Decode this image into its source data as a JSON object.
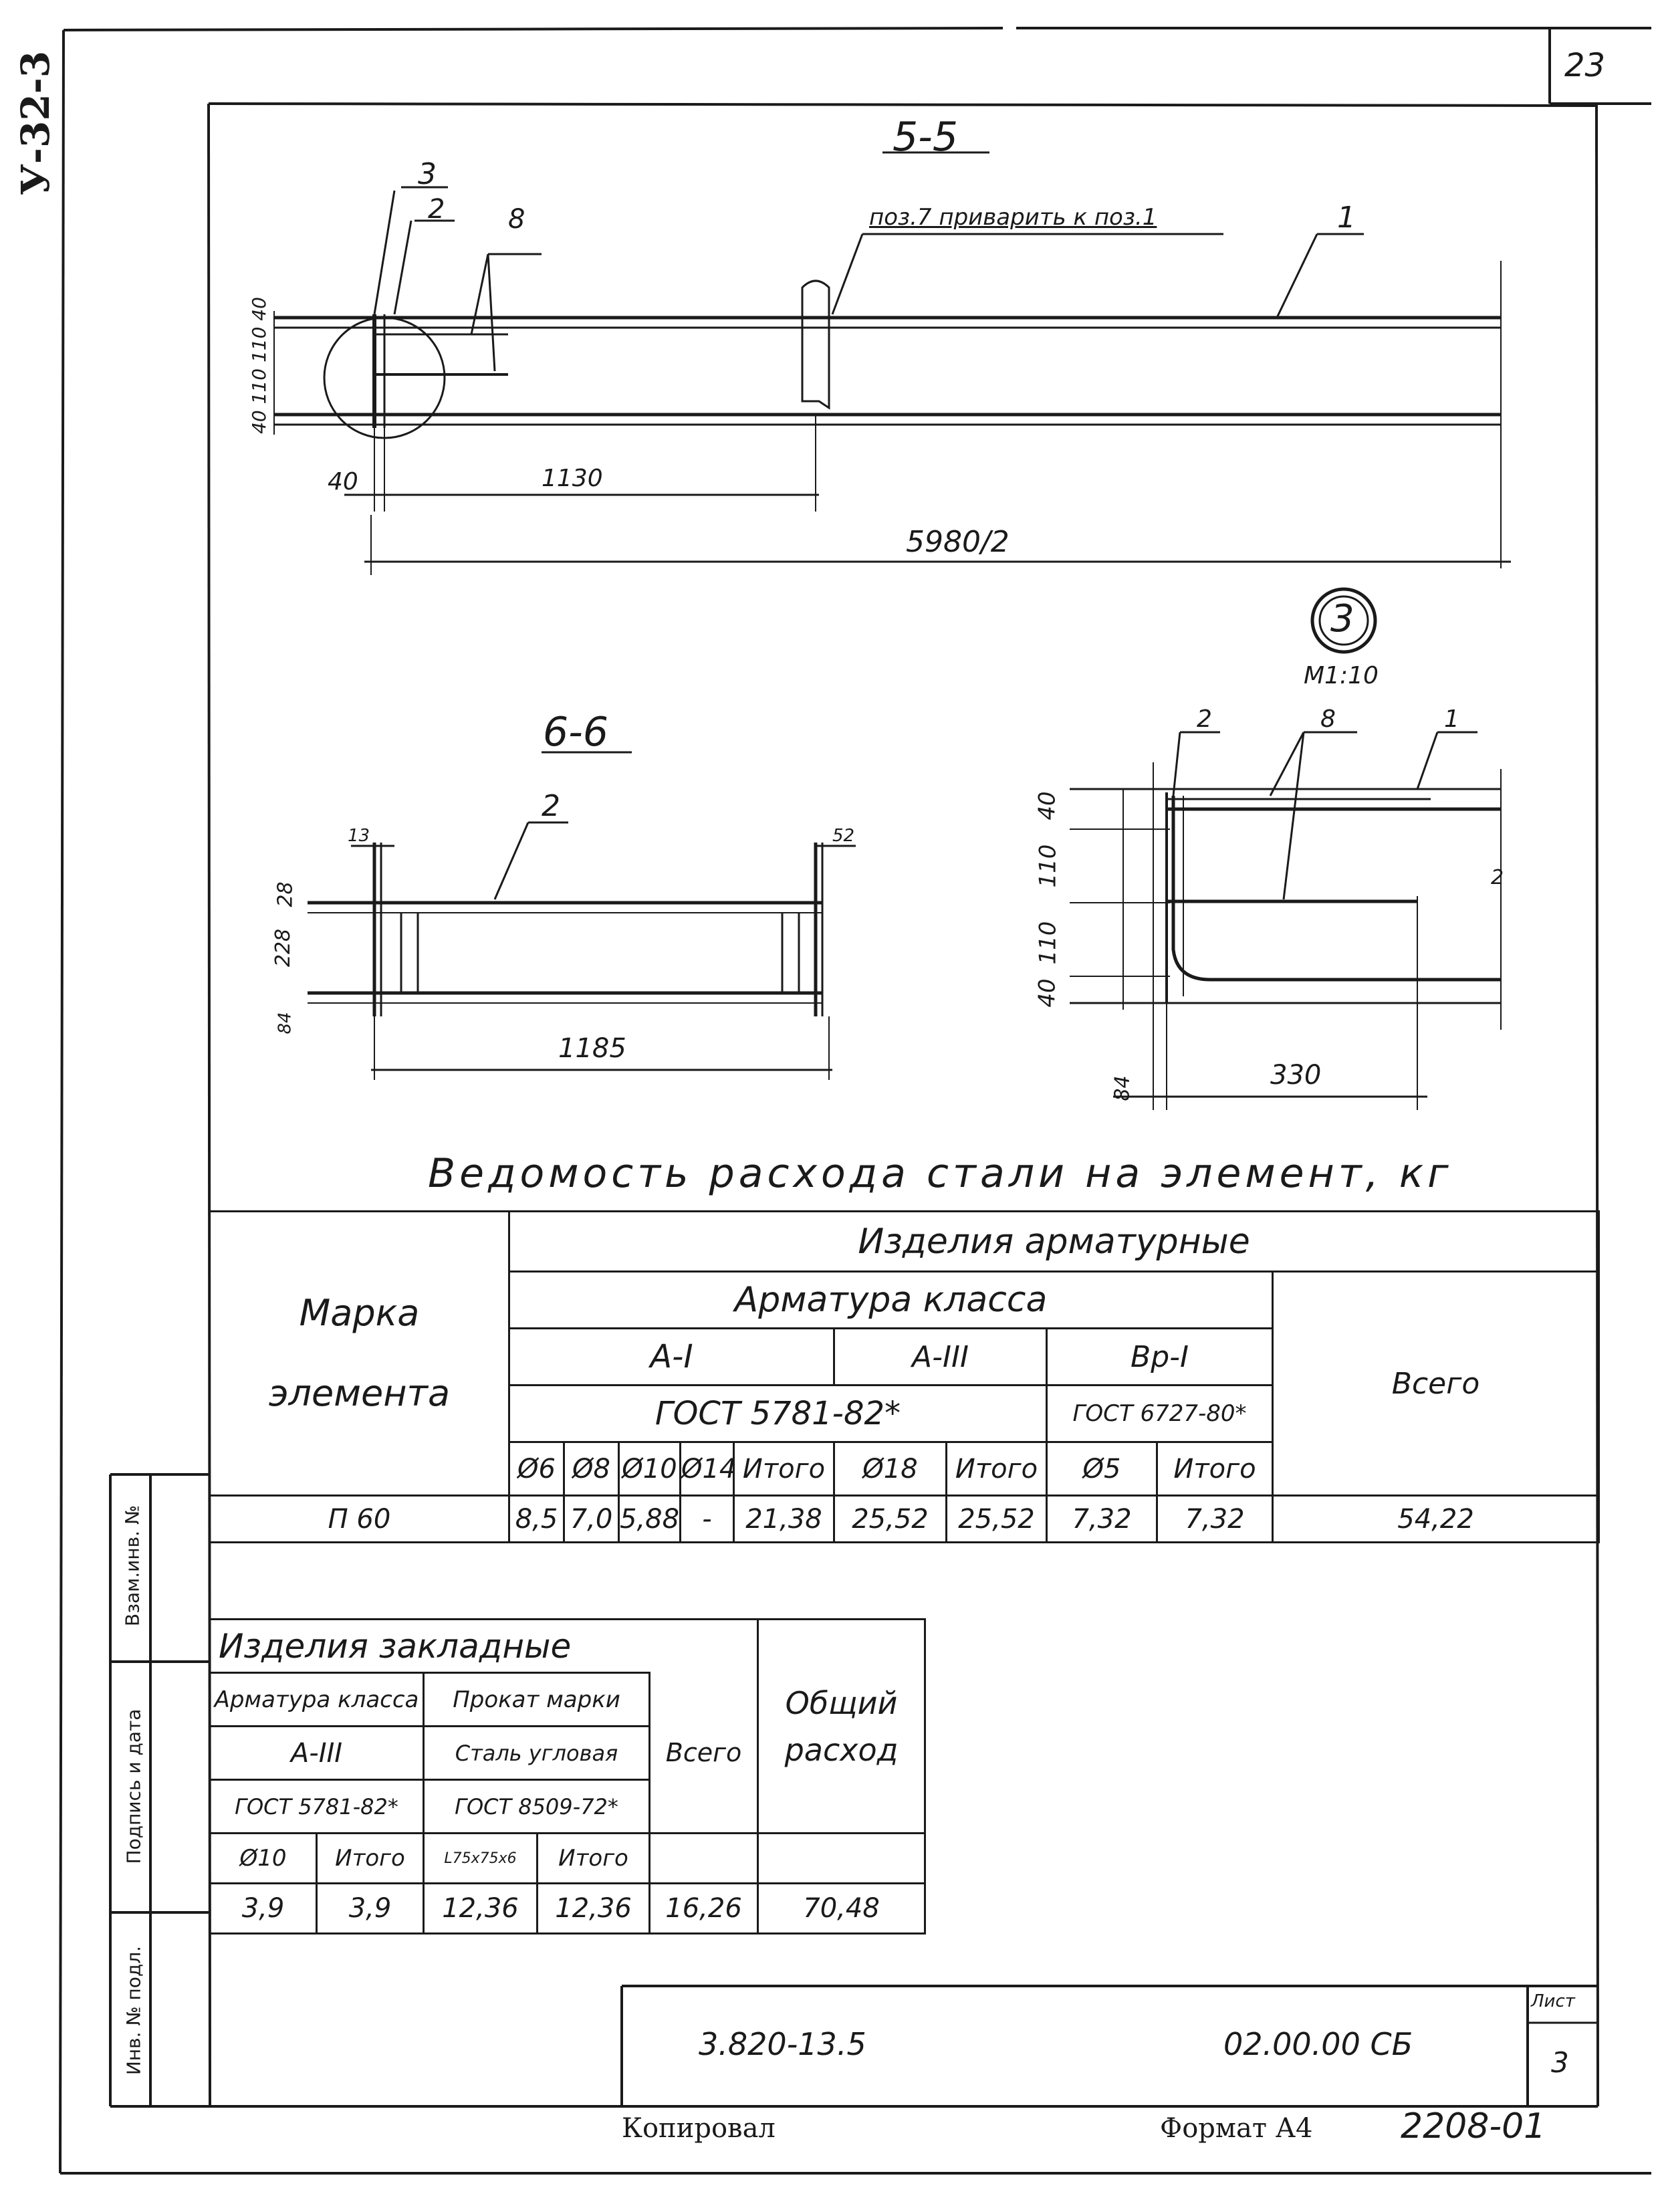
{
  "sheet_number_top": "23",
  "series_code": "У-32-3",
  "section_5_5": {
    "title": "5-5",
    "note": "поз.7 приварить к поз.1",
    "callouts": [
      "3",
      "2",
      "8",
      "1"
    ],
    "dims_left": "40 110 110 40",
    "dim_40": "40",
    "dim_1130": "1130",
    "dim_total": "5980/2"
  },
  "section_6_6": {
    "title": "6-6",
    "callout": "2",
    "dim_13": "13",
    "dim_52": "52",
    "dim_28": "28",
    "dim_228": "228",
    "dim_84": "84",
    "dim_1185": "1185"
  },
  "node_3": {
    "number": "3",
    "scale": "М1:10",
    "callouts": [
      "2",
      "8",
      "1"
    ],
    "dims_left": [
      "40",
      "110",
      "110",
      "40"
    ],
    "dim_84": "84",
    "dim_330": "330",
    "side_mark": "2"
  },
  "steel_table": {
    "title": "Ведомость расхода стали на элемент, кг",
    "mark_header": "Марка элемента",
    "products_header": "Изделия арматурные",
    "class_header": "Арматура класса",
    "total_header": "Всего",
    "classes": [
      "А-I",
      "А-III",
      "Вр-I"
    ],
    "gosts": [
      "ГОСТ 5781-82*",
      "ГОСТ 6727-80*"
    ],
    "columns": [
      "Ø6",
      "Ø8",
      "Ø10",
      "Ø14",
      "Итого",
      "Ø18",
      "Итого",
      "Ø5",
      "Итого"
    ],
    "row": {
      "mark": "П 60",
      "values": [
        "8,5",
        "7,0",
        "5,88",
        "-",
        "21,38",
        "25,52",
        "25,52",
        "7,32",
        "7,32"
      ],
      "total": "54,22"
    }
  },
  "embedded_table": {
    "header": "Изделия закладные",
    "rebar_class_header": "Арматура класса",
    "rolled_header": "Прокат марки",
    "total_header": "Всего",
    "overall_header": "Общий расход",
    "rebar_class": "А-III",
    "rolled_grade": "Сталь угловая",
    "gost_rebar": "ГОСТ 5781-82*",
    "gost_rolled": "ГОСТ 8509-72*",
    "columns": [
      "Ø10",
      "Итого",
      "L75х75х6",
      "Итого"
    ],
    "values": [
      "3,9",
      "3,9",
      "12,36",
      "12,36"
    ],
    "total": "16,26",
    "overall": "70,48"
  },
  "title_block": {
    "doc_code": "3.820-13.5",
    "drawing_code": "02.00.00 СБ",
    "sheet_label": "Лист",
    "sheet_value": "3"
  },
  "side_stamp": {
    "inv_replace": "Взам.инв. №",
    "sign_date": "Подпись и дата",
    "inv_orig": "Инв. № подл."
  },
  "footer": {
    "copied": "Копировал",
    "format": "Формат А4",
    "number": "2208-01"
  }
}
